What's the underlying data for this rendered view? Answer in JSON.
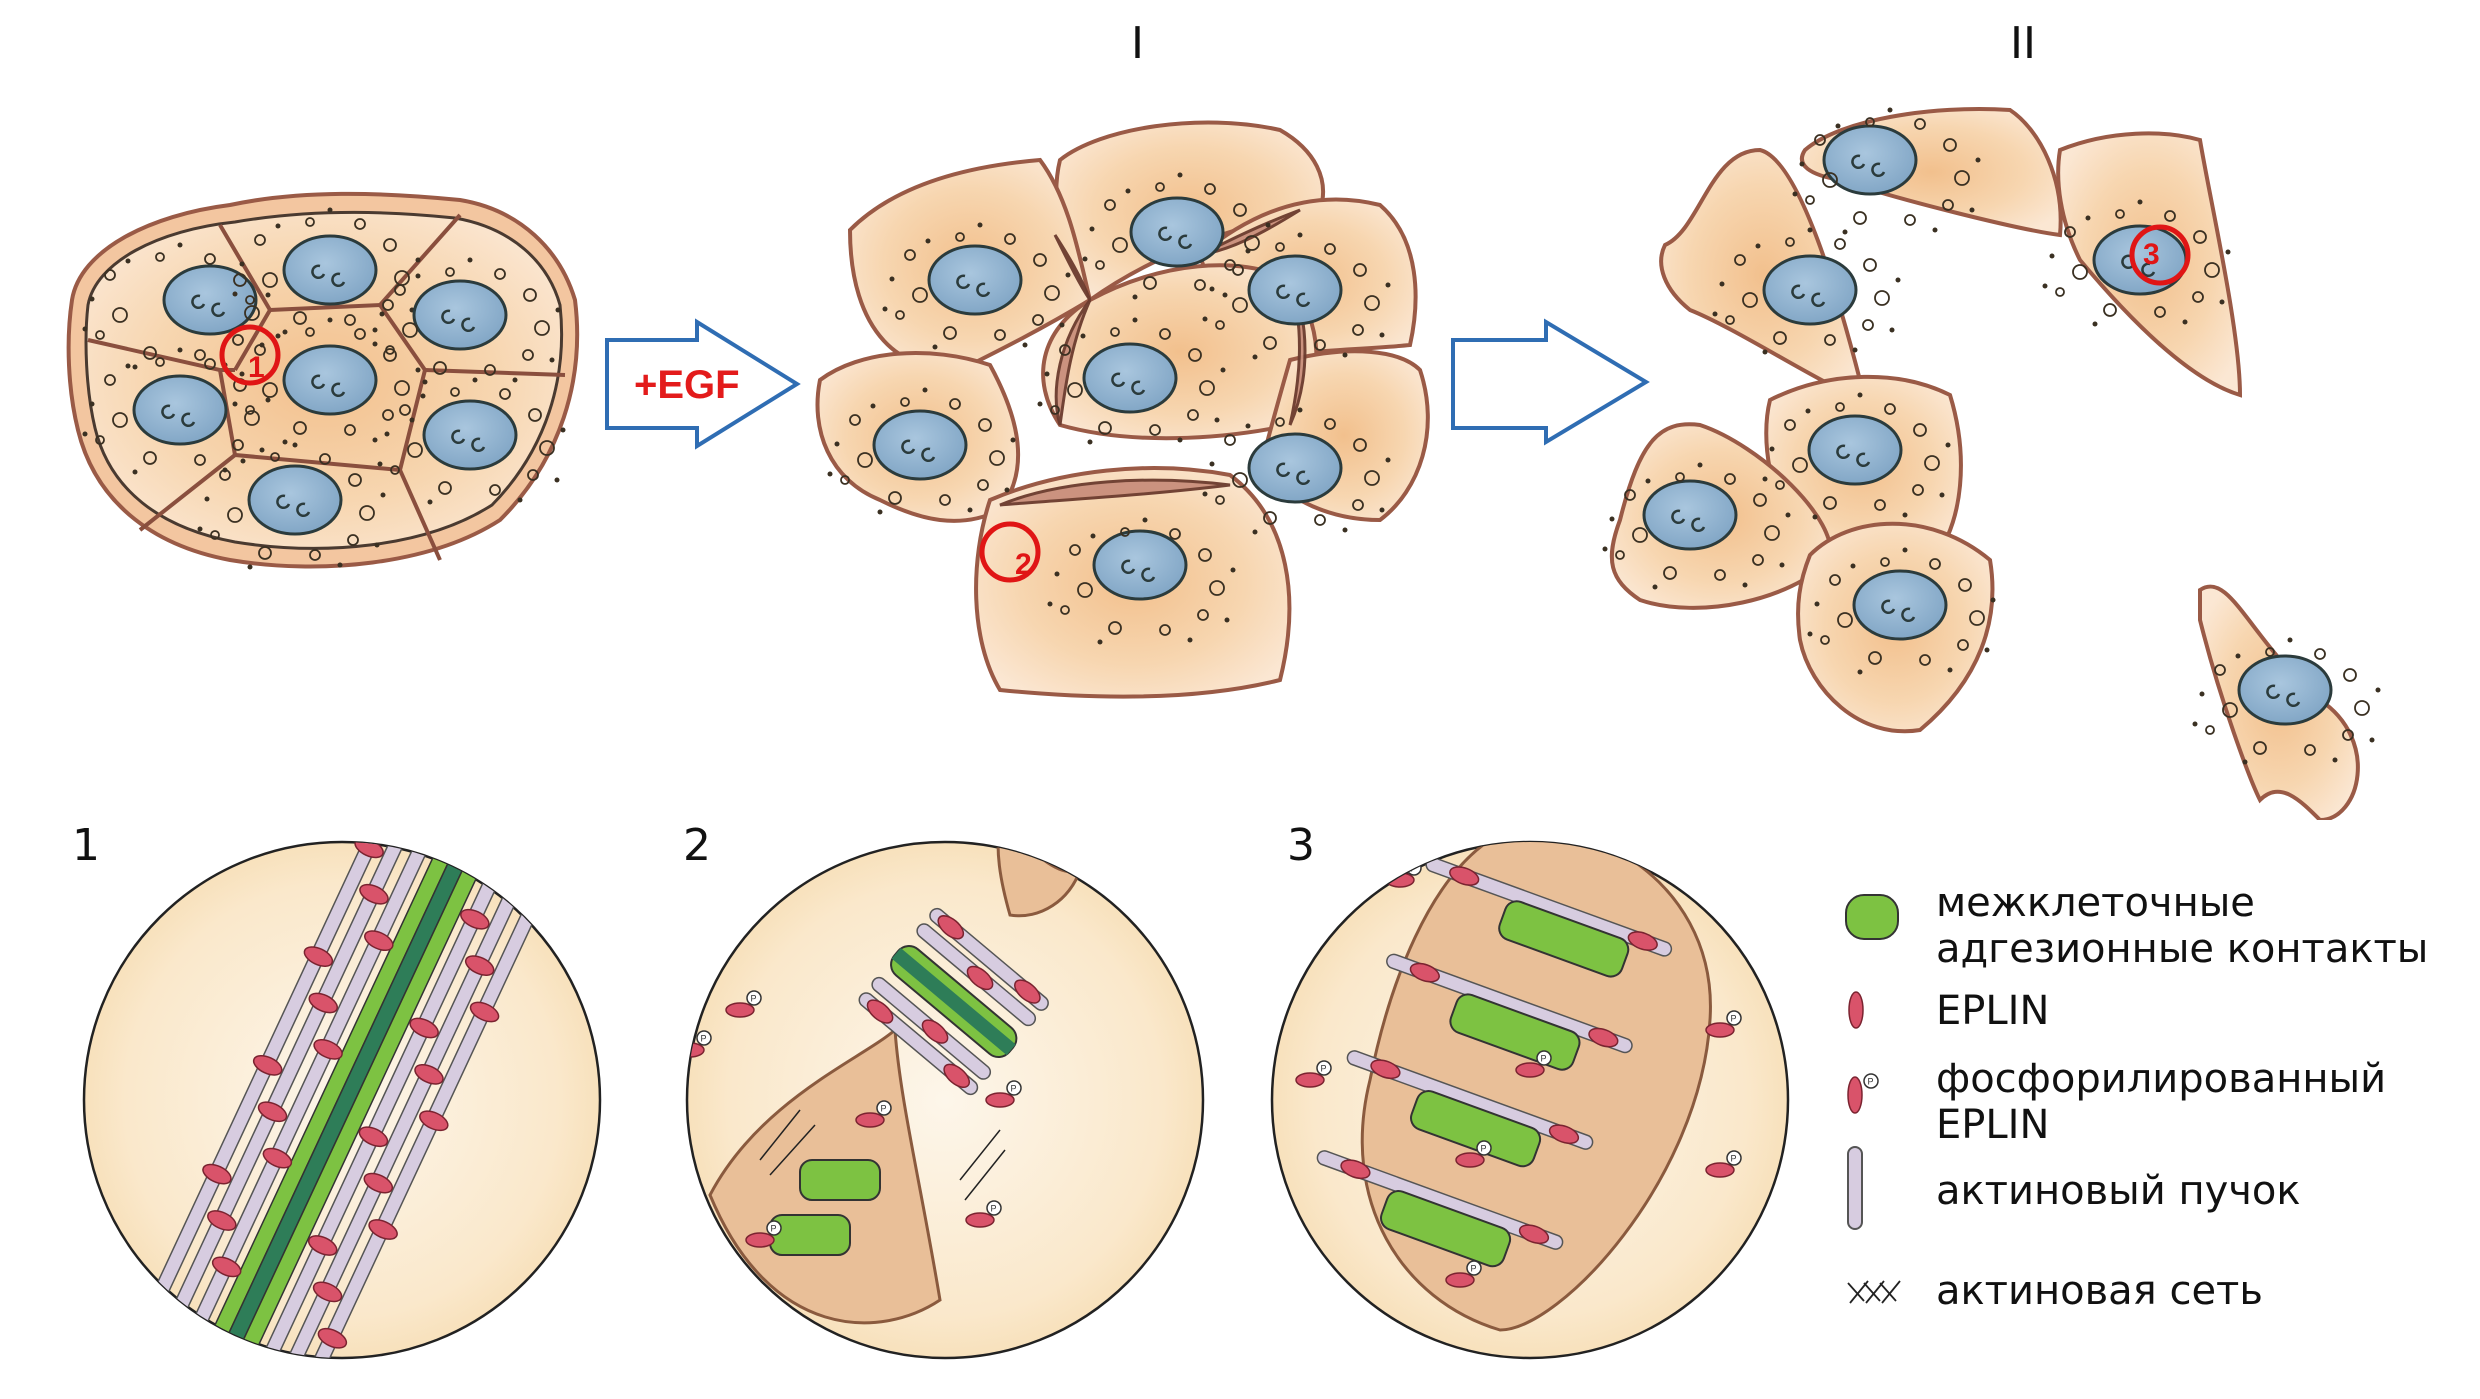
{
  "figure": {
    "stage_labels": [
      "I",
      "II"
    ],
    "treatment_arrow": {
      "label": "+EGF",
      "label_color": "#e31b1b",
      "outline_color": "#2f6db3"
    },
    "stages": [
      {
        "name": "initial",
        "description": "epithelial cell cluster with tight ring boundary",
        "cell_count": 7,
        "marker": "1"
      },
      {
        "name": "I",
        "description": "cells after EGF treatment, loosened contacts",
        "cell_count": 7,
        "marker": "2"
      },
      {
        "name": "II",
        "description": "scattered migrating cells",
        "cell_count": 7,
        "marker": "3"
      }
    ],
    "detail_panels": [
      {
        "number": "1",
        "description": "continuous adhesion belt with actin bundles and EPLIN"
      },
      {
        "number": "2",
        "description": "partial adhesion contacts with actin network and phosphorylated EPLIN"
      },
      {
        "number": "3",
        "description": "discrete adhesion contacts spanning actin network"
      }
    ],
    "colors": {
      "cytoplasm": "#f7d7b0",
      "cytoplasm_dark": "#eeb27a",
      "membrane": "#b46a55",
      "nucleus": "#8fb2cf",
      "nucleus_outline": "#2b3b3c",
      "adhesion": "#7dc242",
      "adhesion_dark": "#2e7d58",
      "eplin": "#d9536a",
      "actin": "#d7cce0",
      "marker_red": "#e01515",
      "circle_bg": "#fbeed8"
    }
  },
  "legend": {
    "items": [
      {
        "icon": "adhesion-contact-icon",
        "label_lines": [
          "межклеточные",
          "адгезионные контакты"
        ]
      },
      {
        "icon": "eplin-icon",
        "label_lines": [
          "EPLIN"
        ]
      },
      {
        "icon": "phospho-eplin-icon",
        "label_lines": [
          "фосфорилированный",
          "EPLIN"
        ]
      },
      {
        "icon": "actin-bundle-icon",
        "label_lines": [
          "актиновый пучок"
        ]
      },
      {
        "icon": "actin-network-icon",
        "label_lines": [
          "актиновая сеть"
        ]
      }
    ]
  }
}
